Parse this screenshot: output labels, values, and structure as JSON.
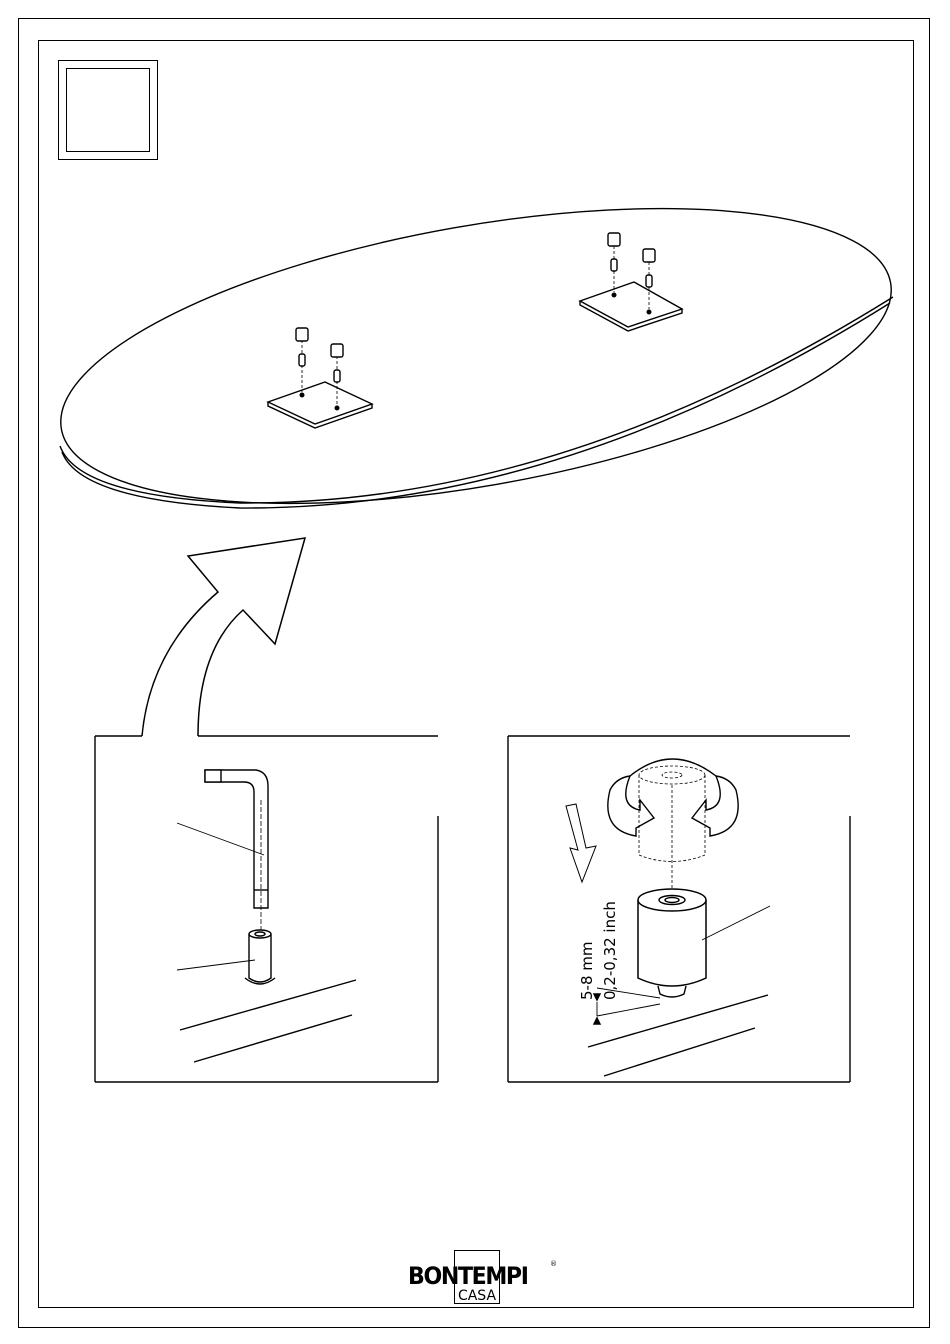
{
  "page": {
    "step_number": "",
    "measurement": {
      "metric": "5-8 mm",
      "imperial": "0,2-0,32 inch"
    },
    "brand": {
      "name": "BONTEMPI",
      "registered": "®",
      "sub": "CASA"
    }
  }
}
